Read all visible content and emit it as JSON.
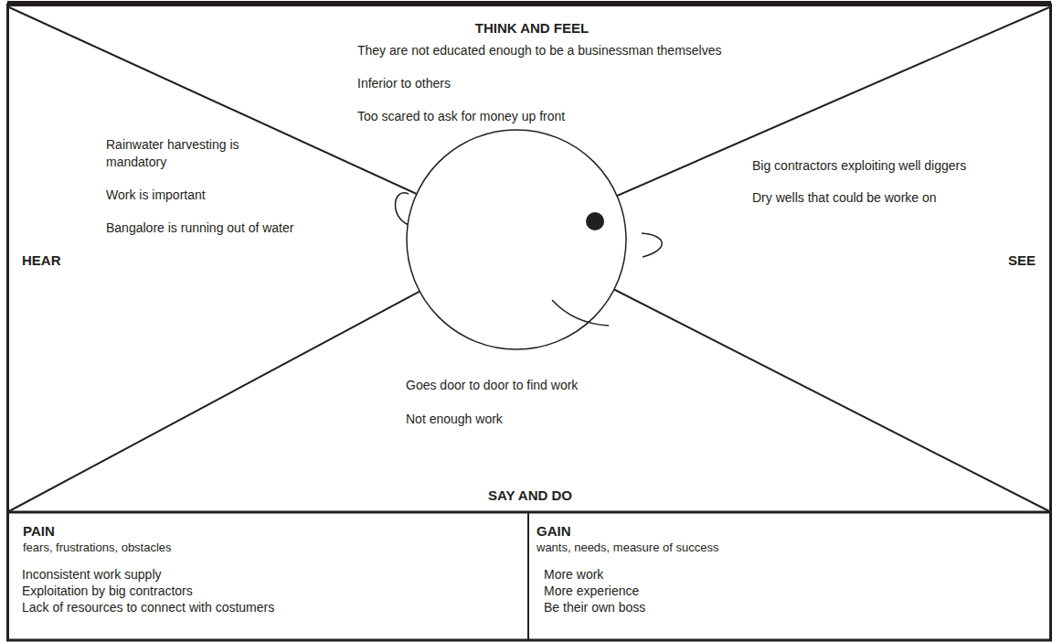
{
  "diagram": {
    "nodes": [
      {
        "text": [
          "THINK AND FEEL",
          "They are not educated enough to be a businessman themselves",
          "Inferior to others",
          "Too scared to ask for money up front"
        ]
      },
      {
        "text": [
          "HEAR",
          "Rainwater harvesting is mandatory",
          "Work is important",
          "Bangalore is running out of water"
        ]
      },
      {
        "text": [
          "SEE",
          "Big contractors exploiting well diggers",
          "Dry wells that could be worke on"
        ]
      },
      {
        "text": [
          "SAY AND DO",
          "Goes door to door to find work",
          "Not enough work"
        ]
      },
      {
        "text": [
          "PAIN",
          "fears, frustrations, obstacles",
          "Inconsistent work supply",
          "Exploitation by big contractors",
          "Lack of resources to connect with costumers"
        ]
      },
      {
        "text": [
          "GAIN",
          "wants, needs, measure of success",
          "More work",
          "More experience",
          "Be their own boss"
        ]
      }
    ]
  }
}
